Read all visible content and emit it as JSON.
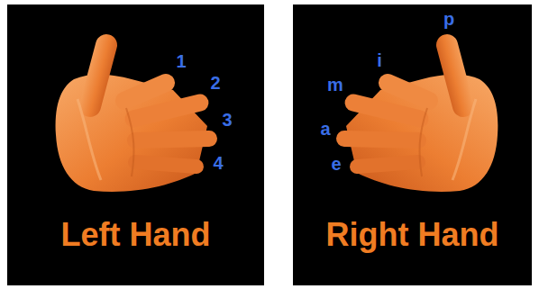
{
  "diagram": {
    "nodes": [
      {
        "text": [
          "Left Hand"
        ]
      },
      {
        "text": [
          "Right Hand"
        ]
      }
    ],
    "labels": [
      "1",
      "2",
      "3",
      "4",
      "p",
      "i",
      "m",
      "a",
      "e"
    ]
  }
}
